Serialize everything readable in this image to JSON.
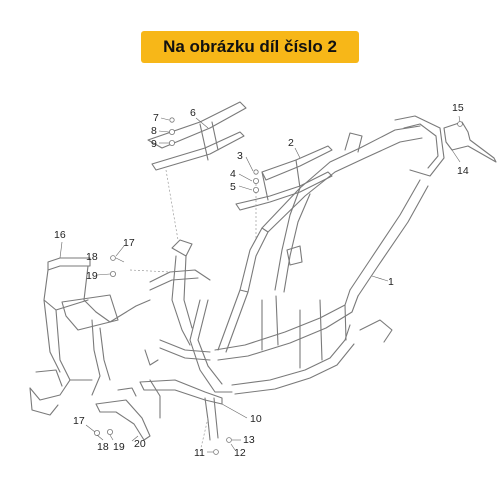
{
  "banner": {
    "text": "Na obrázku díl číslo 2",
    "color": "#f7b718"
  },
  "callouts": [
    {
      "id": "c1",
      "label": "1"
    },
    {
      "id": "c2",
      "label": "2"
    },
    {
      "id": "c3",
      "label": "3"
    },
    {
      "id": "c4",
      "label": "4"
    },
    {
      "id": "c5",
      "label": "5"
    },
    {
      "id": "c6",
      "label": "6"
    },
    {
      "id": "c7",
      "label": "7"
    },
    {
      "id": "c8",
      "label": "8"
    },
    {
      "id": "c9",
      "label": "9"
    },
    {
      "id": "c10",
      "label": "10"
    },
    {
      "id": "c11",
      "label": "11"
    },
    {
      "id": "c12",
      "label": "12"
    },
    {
      "id": "c13",
      "label": "13"
    },
    {
      "id": "c14",
      "label": "14"
    },
    {
      "id": "c15",
      "label": "15"
    },
    {
      "id": "c16",
      "label": "16"
    },
    {
      "id": "c17a",
      "label": "17"
    },
    {
      "id": "c17b",
      "label": "17"
    },
    {
      "id": "c18a",
      "label": "18"
    },
    {
      "id": "c18b",
      "label": "18"
    },
    {
      "id": "c19a",
      "label": "19"
    },
    {
      "id": "c19b",
      "label": "19"
    },
    {
      "id": "c20",
      "label": "20"
    }
  ],
  "colors": {
    "line": "#7a7a7a",
    "highlight": "#c4233a"
  }
}
